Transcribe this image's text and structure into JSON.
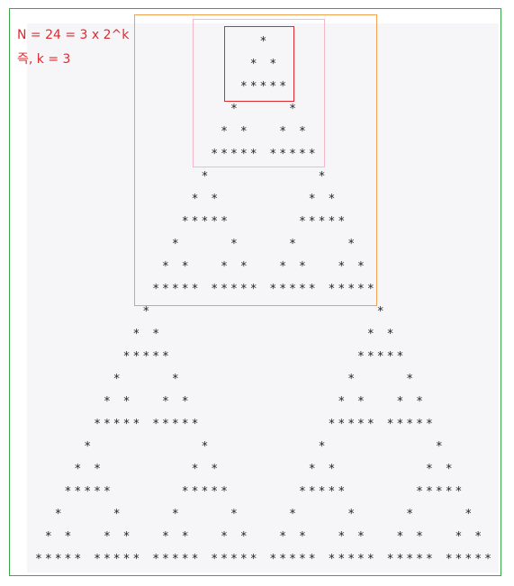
{
  "notes": {
    "line1": "N = 24 = 3 x 2^k",
    "line2": "즉, k = 3"
  },
  "colors": {
    "frame_green": "#3aa847",
    "box_orange": "#f0a050",
    "box_pink": "#f4b8c6",
    "box_red": "#e0282f",
    "note_red": "#e0282f",
    "star": "#222222",
    "canvas_bg": "#f6f6f8"
  },
  "pattern": {
    "n": 24,
    "lines": [
      "                       *                        ",
      "                      * *                       ",
      "                     *****                      ",
      "                    *     *                     ",
      "                   * *   * *                    ",
      "                  ***** *****                   ",
      "                 *           *                  ",
      "                * *         * *                 ",
      "               *****       *****                ",
      "              *     *     *     *               ",
      "             * *   * *   * *   * *              ",
      "            ***** ***** ***** *****             ",
      "           *                       *            ",
      "          * *                     * *           ",
      "         *****                   *****          ",
      "        *     *                 *     *         ",
      "       * *   * *               * *   * *        ",
      "      ***** *****             ***** *****       ",
      "     *           *           *           *      ",
      "    * *         * *         * *         * *     ",
      "   *****       *****       *****       *****    ",
      "  *     *     *     *     *     *     *     *   ",
      " * *   * *   * *   * *   * *   * *   * *   * *  ",
      "***** ***** ***** ***** ***** ***** ***** ***** "
    ]
  }
}
